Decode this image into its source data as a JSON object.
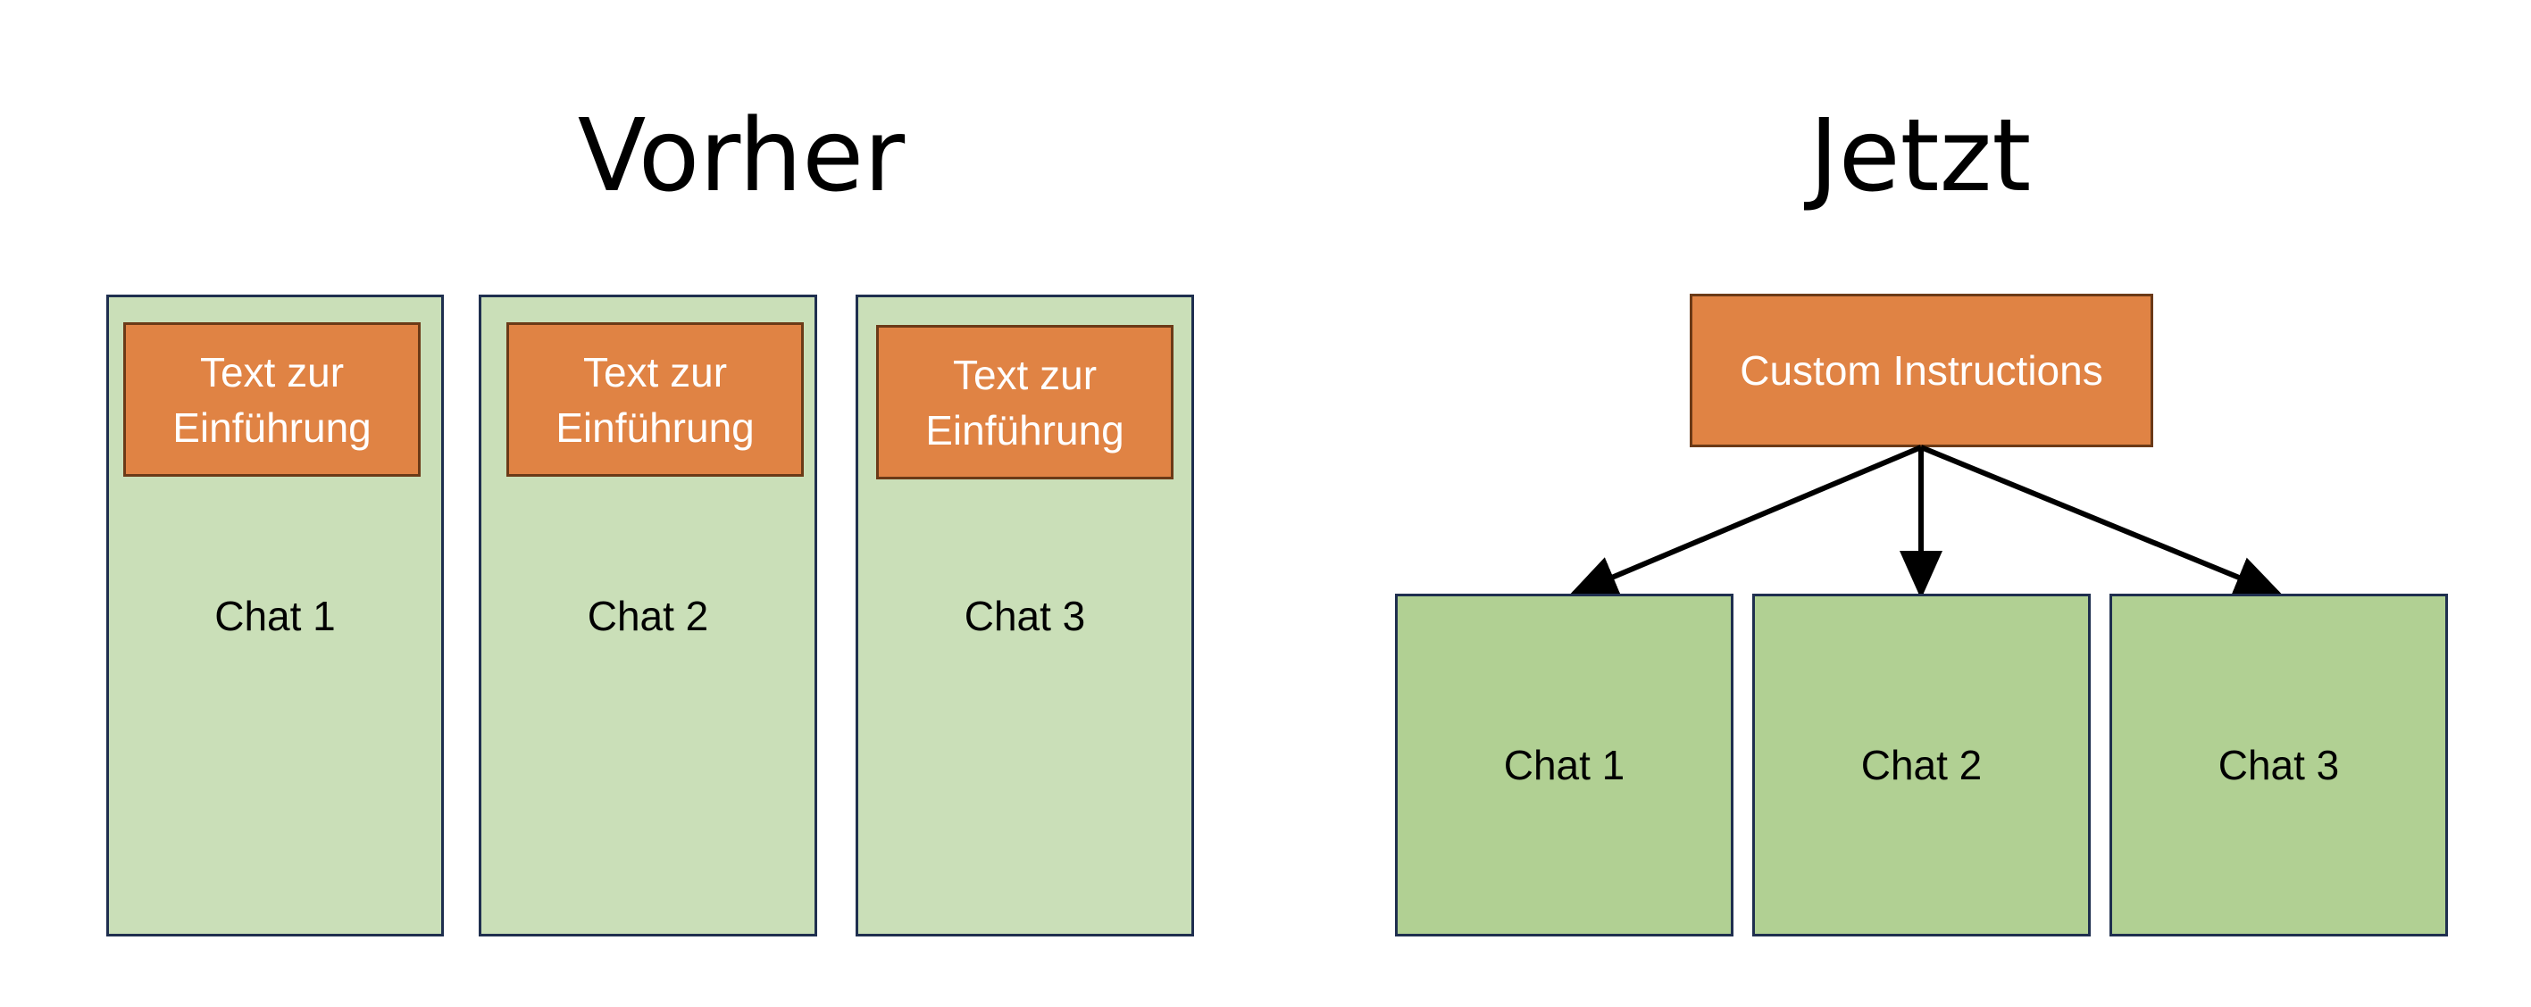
{
  "before": {
    "title": "Vorher",
    "columns": [
      {
        "intro": "Text zur Einführung",
        "chat": "Chat 1"
      },
      {
        "intro": "Text zur Einführung",
        "chat": "Chat 2"
      },
      {
        "intro": "Text zur Einführung",
        "chat": "Chat 3"
      }
    ]
  },
  "after": {
    "title": "Jetzt",
    "instructions": "Custom Instructions",
    "chats": [
      "Chat 1",
      "Chat 2",
      "Chat 3"
    ]
  },
  "colors": {
    "orange": "#e08344",
    "light_green": "#cadfb8",
    "green": "#b1d093",
    "border": "#1f2f4f"
  }
}
